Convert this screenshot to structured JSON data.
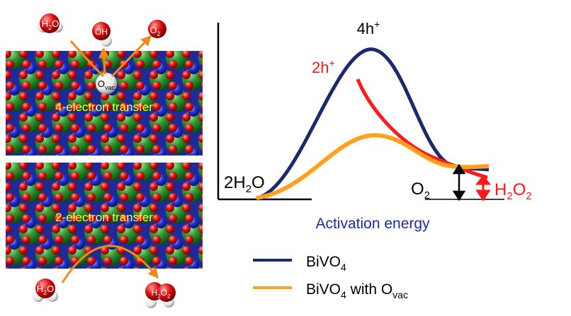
{
  "left_panel": {
    "top_slab": {
      "label": "4-electron transfer",
      "vacancy": {
        "main": "O",
        "sub": "vac"
      },
      "molecules": [
        {
          "main": "H",
          "sub": "2",
          "rest": "O"
        },
        {
          "main": "OH",
          "sub": "",
          "rest": ""
        },
        {
          "main": "O",
          "sub": "2",
          "rest": ""
        }
      ]
    },
    "bottom_slab": {
      "label": "2-electron transfer",
      "molecules": [
        {
          "main": "H",
          "sub": "2",
          "rest": "O"
        },
        {
          "main": "H",
          "sub": "2",
          "rest": "O",
          "sub2": "2"
        }
      ]
    }
  },
  "energy_diagram": {
    "peak_4h": {
      "main": "4h",
      "sup": "+"
    },
    "peak_2h": {
      "main": "2h",
      "sup": "+"
    },
    "reactant": {
      "pre": "2H",
      "sub": "2",
      "post": "O"
    },
    "product_o2": {
      "main": "O",
      "sub": "2"
    },
    "product_h2o2": {
      "a": "H",
      "s1": "2",
      "b": "O",
      "s2": "2"
    },
    "xlabel": "Activation energy",
    "colors": {
      "bivo4": "#1b2a6b",
      "ovac": "#ffa01e",
      "h2o2": "#ff1a1a",
      "xlabel": "#1c2aa8"
    }
  },
  "legend": [
    {
      "main": "BiVO",
      "sub": "4",
      "suffix": "",
      "suffix_sub": "",
      "color": "#1b2a6b"
    },
    {
      "main": "BiVO",
      "sub": "4",
      "suffix": " with O",
      "suffix_sub": "vac",
      "color": "#ffa01e"
    }
  ]
}
